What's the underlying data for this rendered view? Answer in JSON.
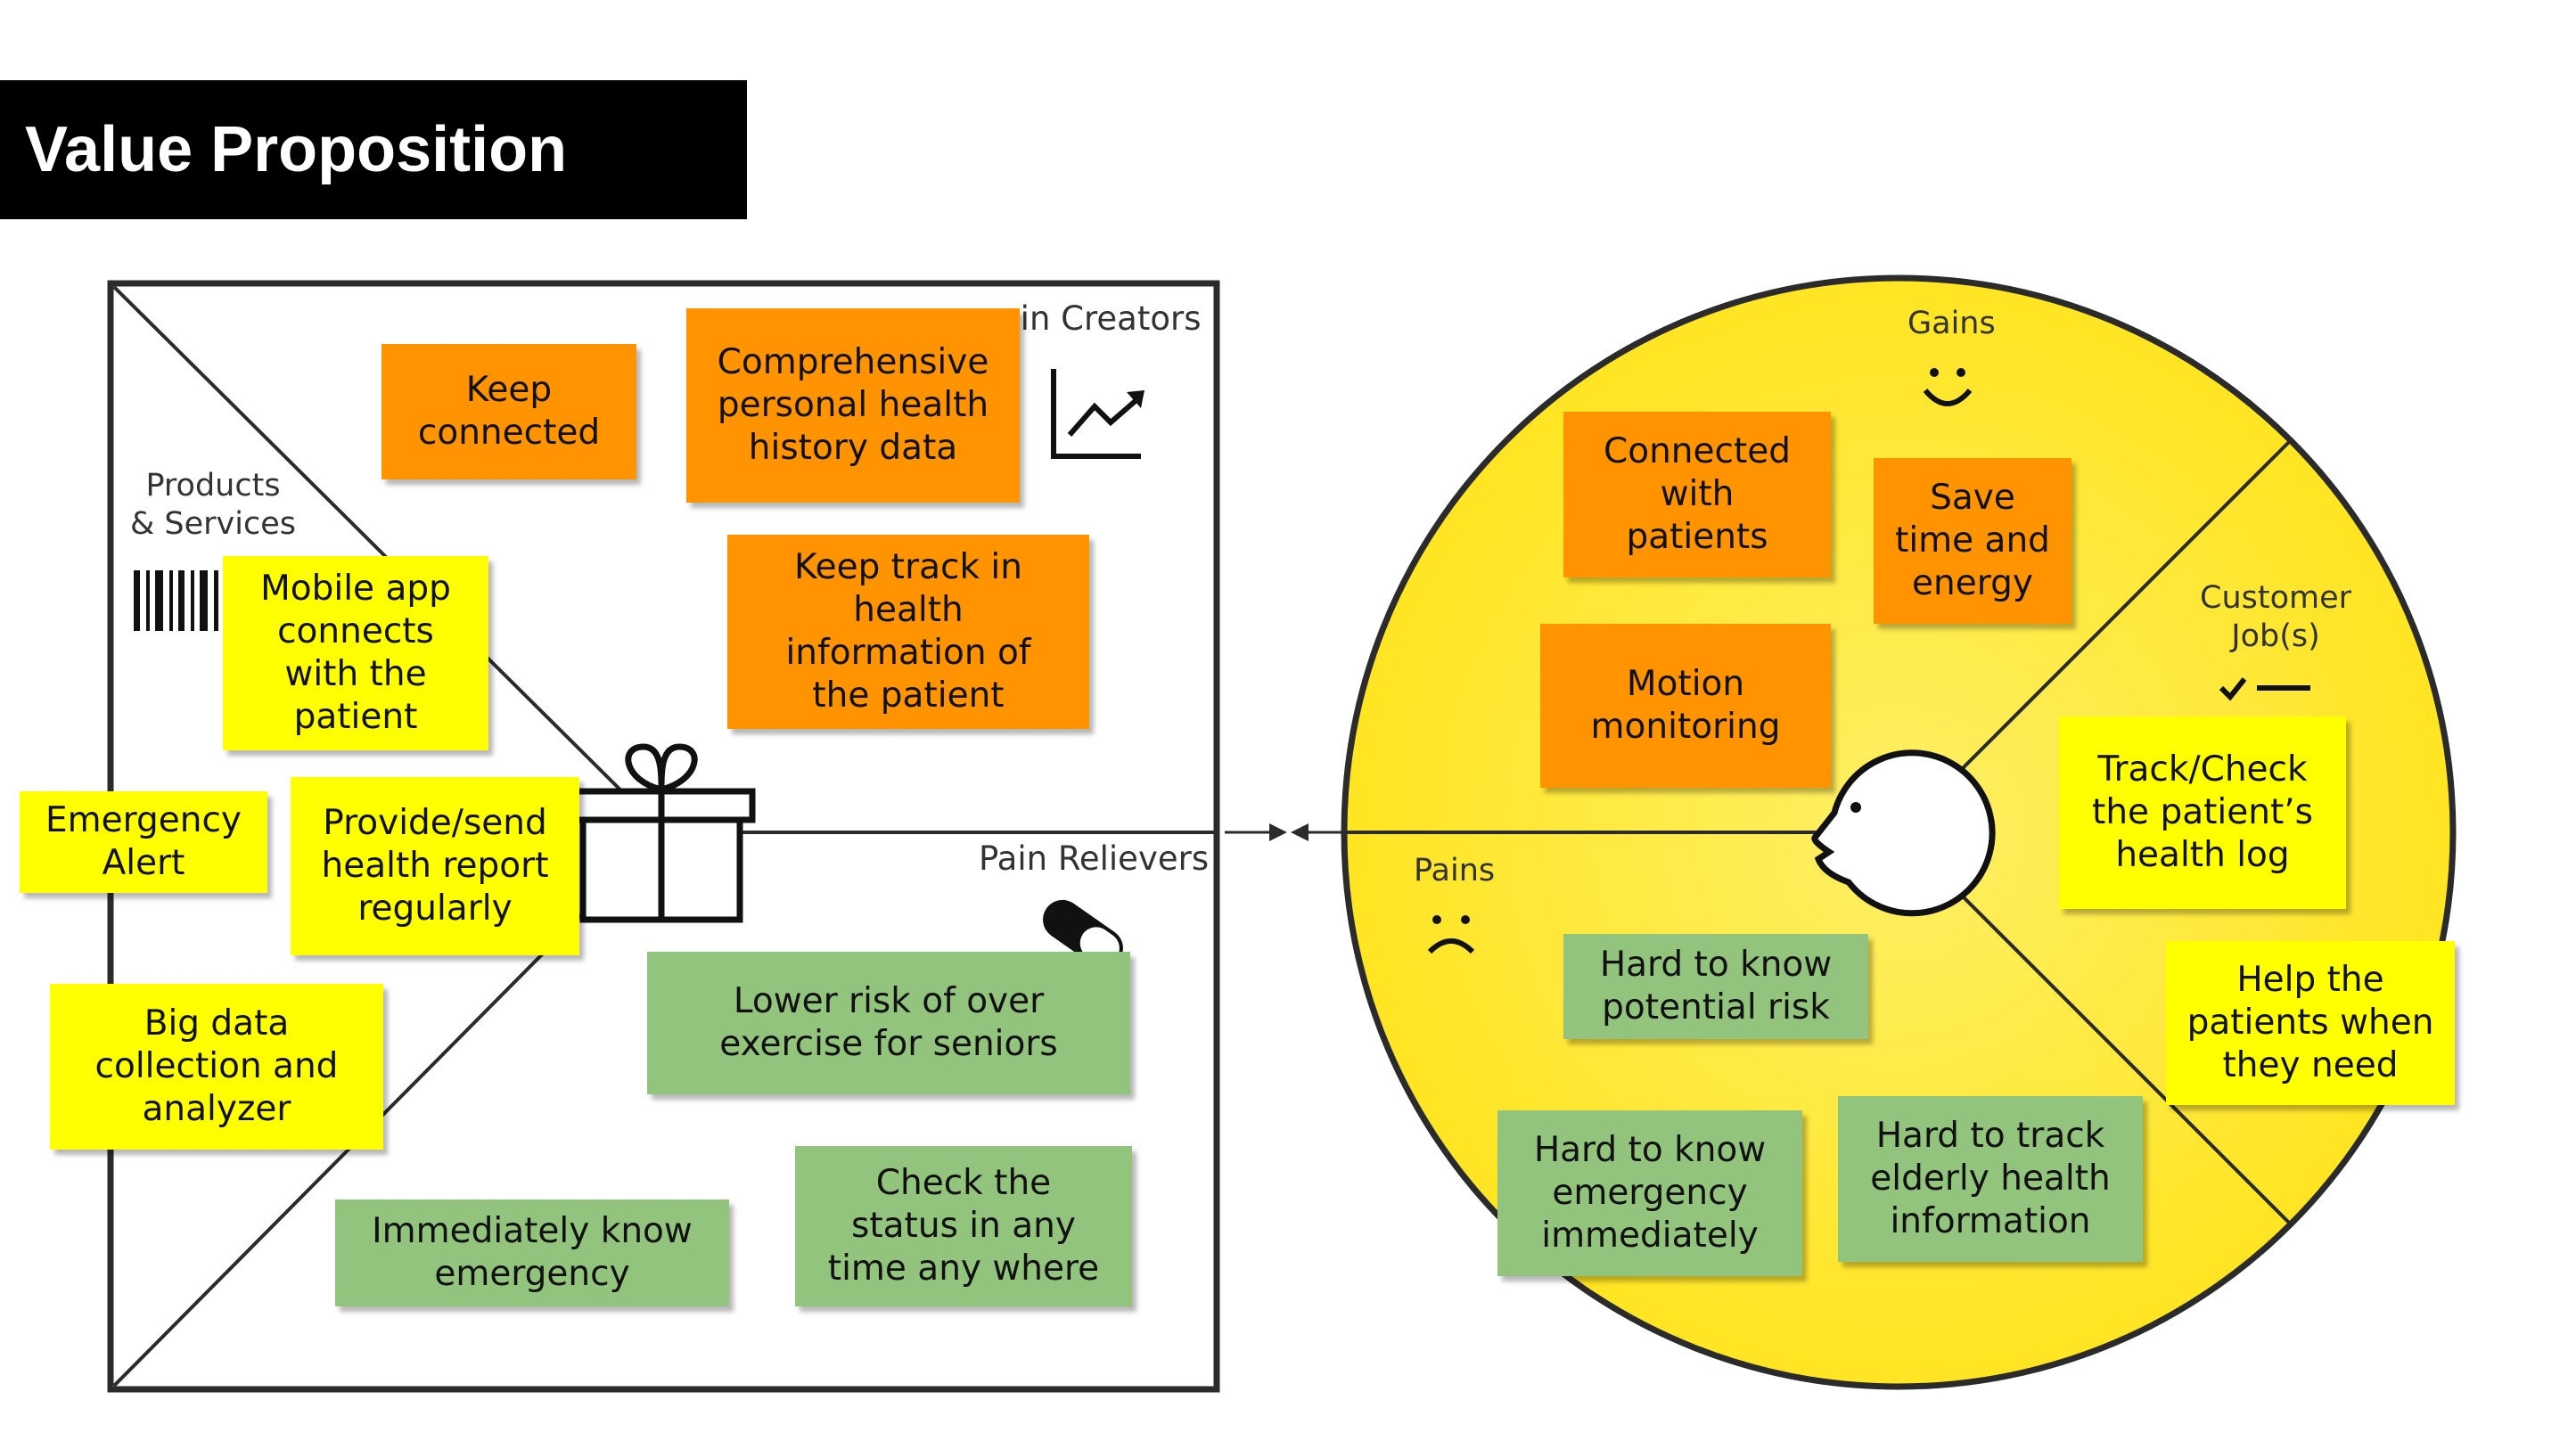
{
  "title": "Value Proposition",
  "colors": {
    "orange_note": "#ff9400",
    "yellow_note": "#ffff00",
    "green_note": "#93c47d",
    "title_bar": "#000000",
    "circle_fill": "#ffea3f"
  },
  "canvas": {
    "labels": {
      "gain_creators": "ain Creators",
      "products_services": "Products\n& Services",
      "pain_relievers": "Pain Relievers",
      "gains": "Gains",
      "customer_jobs": "Customer\nJob(s)",
      "pains": "Pains"
    },
    "icons": [
      "rising-chart-icon",
      "barcode-icon",
      "gift-icon",
      "pill-icon",
      "smiley-icon",
      "sad-face-icon",
      "checklist-icon",
      "customer-face-icon",
      "double-arrow-icon"
    ]
  },
  "notes": {
    "gain_creators": [
      "Keep\nconnected",
      "Comprehensive\npersonal health\nhistory data",
      "Keep track in\nhealth\ninformation of\nthe patient"
    ],
    "products_services": [
      "Mobile app\nconnects\nwith the\npatient",
      "Emergency\nAlert",
      "Provide/send\nhealth report\nregularly",
      "Big data\ncollection and\nanalyzer"
    ],
    "pain_relievers": [
      "Lower risk of over\nexercise for seniors",
      "Immediately know\nemergency",
      "Check the\nstatus in any\ntime any where"
    ],
    "gains": [
      "Connected\nwith\npatients",
      "Save\ntime and\nenergy",
      "Motion\nmonitoring"
    ],
    "customer_jobs": [
      "Track/Check\nthe patient’s\nhealth log",
      "Help the\npatients when\nthey need"
    ],
    "pains": [
      "Hard to know\npotential risk",
      "Hard to know\nemergency\nimmediately",
      "Hard to track\nelderly health\ninformation"
    ]
  }
}
